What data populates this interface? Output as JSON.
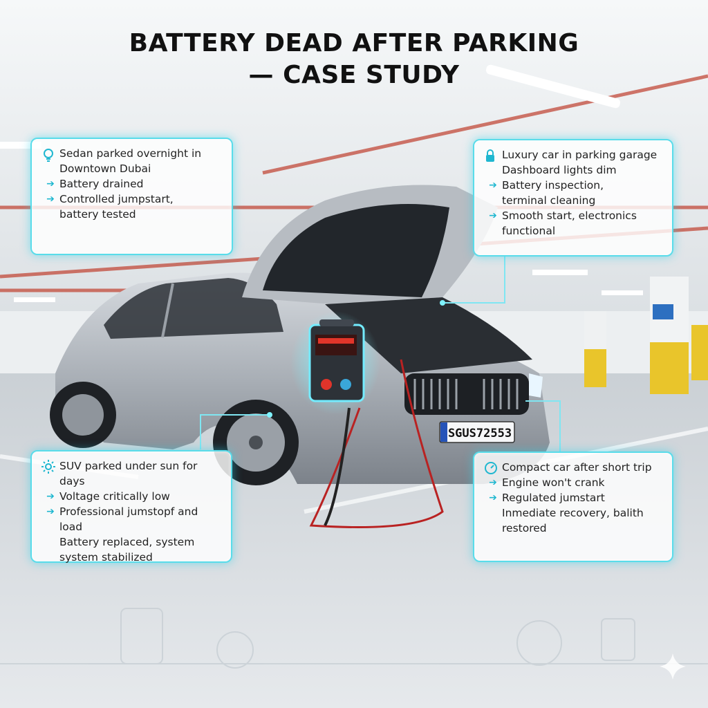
{
  "title": {
    "line1": "BATTERY DEAD AFTER PARKING",
    "line2": "— CASE STUDY"
  },
  "car": {
    "plate": "SGUS72553"
  },
  "cards": [
    {
      "icon": "lightbulb-icon",
      "lines": [
        "Sedan parked overnight in\nDowntown Dubai",
        "Battery drained",
        "Controlled jumpstart,\n battery tested"
      ]
    },
    {
      "icon": "lock-icon",
      "lines": [
        "Luxury car in parking garage\nDashboard lights dim",
        "Battery inspection,\nterminal cleaning",
        "Smooth start, electronics\nfunctional"
      ]
    },
    {
      "icon": "sun-icon",
      "lines": [
        "SUV parked under sun for days",
        "Voltage critically low",
        "Professional jumstopf and load\nBattery replaced, system\nsystem stabilized"
      ]
    },
    {
      "icon": "gauge-icon",
      "lines": [
        "Compact car after short trip",
        "Engine won't crank",
        "Regulated jumstart\nInmediate recovery, balith\nrestored"
      ]
    }
  ],
  "colors": {
    "accent": "#59dcea",
    "card_bg": "#ffffff",
    "title": "#111111",
    "pillar_yellow": "#e9c52b"
  }
}
